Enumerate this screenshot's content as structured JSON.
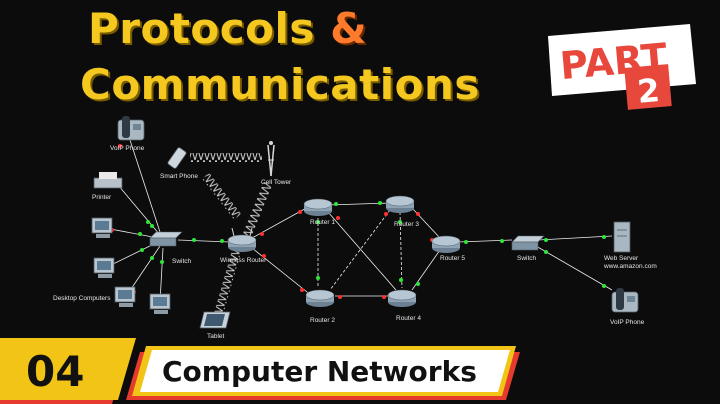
{
  "title": {
    "line1_word": "Protocols",
    "line1_amp": "&",
    "line2": "Communications"
  },
  "badge": {
    "part_word": "PART",
    "part_number": "2"
  },
  "footer": {
    "episode_number": "04",
    "series_name": "Computer Networks"
  },
  "network": {
    "labels": {
      "voip_phone_left": "VoIP Phone",
      "smart_phone": "Smart Phone",
      "cell_tower": "Cell Tower",
      "printer": "Printer",
      "switch_left": "Switch",
      "desktop_computers": "Desktop Computers",
      "wireless_router": "Wireless Router",
      "tablet": "Tablet",
      "router1": "Router 1",
      "router2": "Router 2",
      "router3": "Router 3",
      "router4": "Router 4",
      "router5": "Router 5",
      "switch_right": "Switch",
      "web_server": "Web Server",
      "web_server_url": "www.amazon.com",
      "voip_phone_right": "VoIP Phone"
    }
  },
  "colors": {
    "title_yellow": "#f4c81f",
    "title_orange": "#ff7a2a",
    "badge_red": "#e8483b",
    "footer_yellow": "#f2c415",
    "footer_red": "#e53a2d",
    "link_green": "#2ee63a",
    "link_red": "#ff3030"
  }
}
